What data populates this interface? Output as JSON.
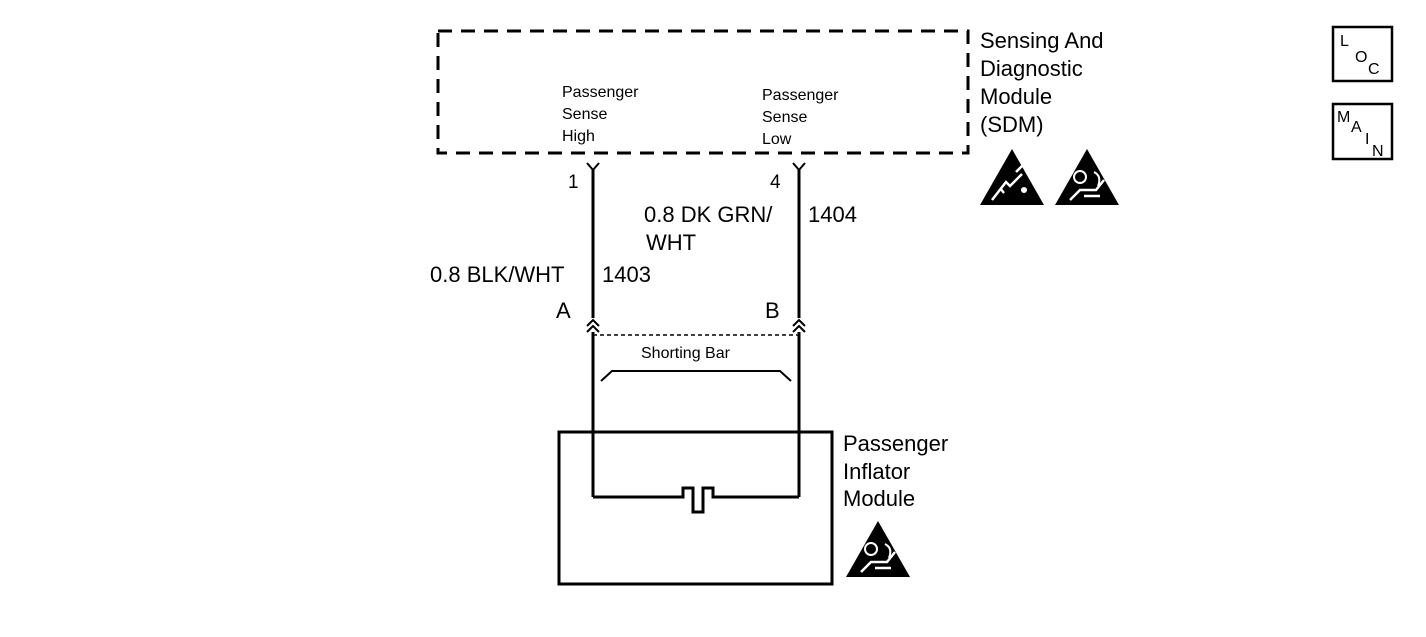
{
  "sdm": {
    "name_lines": [
      "Sensing And",
      "Diagnostic",
      "Module",
      "(SDM)"
    ],
    "pin_high_lines": [
      "Passenger",
      "Sense",
      "High"
    ],
    "pin_low_lines": [
      "Passenger",
      "Sense",
      "Low"
    ],
    "pin_high_number": "1",
    "pin_low_number": "4",
    "icons": [
      "esd-warning-icon",
      "airbag-warning-icon"
    ]
  },
  "wires": {
    "high": {
      "gauge_color": "0.8 BLK/WHT",
      "circuit": "1403"
    },
    "low": {
      "gauge_color_lines": [
        "0.8 DK GRN/",
        "WHT"
      ],
      "circuit": "1404"
    }
  },
  "connector": {
    "terminal_a": "A",
    "terminal_b": "B",
    "shorting_bar_label": "Shorting Bar"
  },
  "inflator": {
    "name_lines": [
      "Passenger",
      "Inflator",
      "Module"
    ],
    "icons": [
      "airbag-warning-icon"
    ]
  },
  "side_icons": {
    "loc": [
      "L",
      "O",
      "C"
    ],
    "main": [
      "M",
      "A",
      "I",
      "N"
    ]
  }
}
